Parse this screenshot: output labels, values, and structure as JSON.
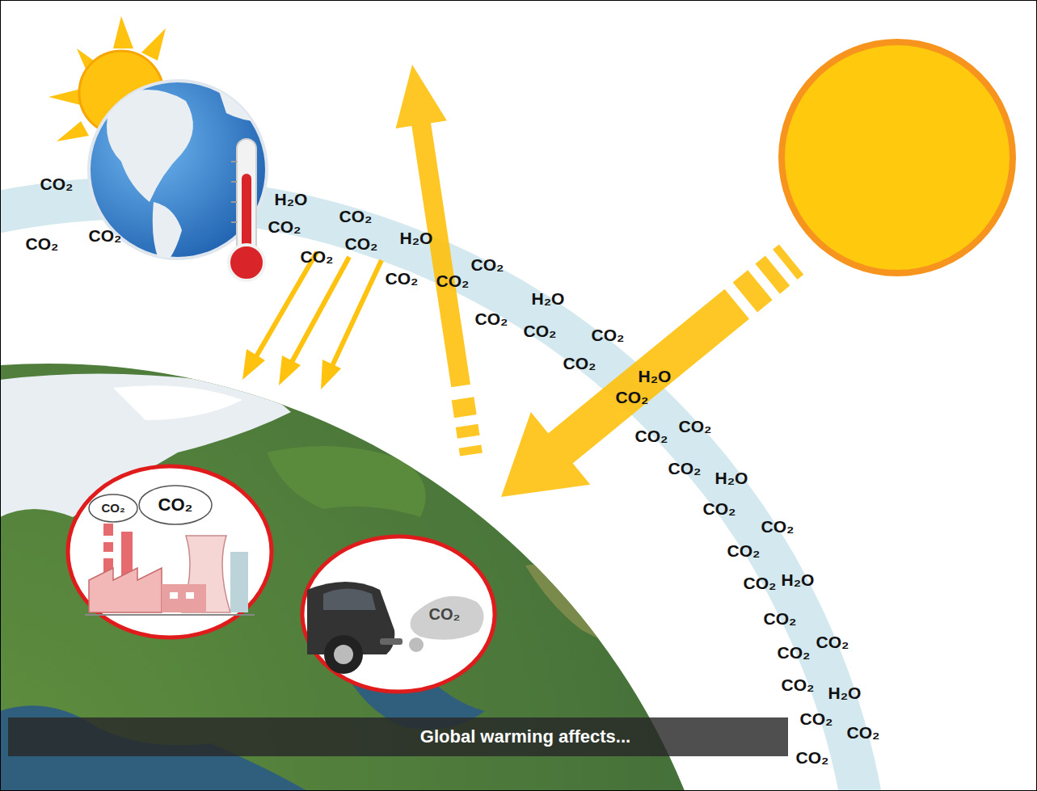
{
  "diagram": {
    "caption": "Global warming affects...",
    "nodes": [
      {
        "text": [
          "CO₂",
          "CO₂"
        ]
      },
      {
        "text": [
          "CO₂"
        ]
      }
    ],
    "labels": [
      "CO₂",
      "CO₂",
      "CO₂",
      "H₂O",
      "CO₂",
      "CO₂",
      "CO₂",
      "CO₂",
      "H₂O",
      "CO₂",
      "CO₂",
      "CO₂",
      "H₂O",
      "CO₂",
      "CO₂",
      "CO₂",
      "CO₂",
      "H₂O",
      "CO₂",
      "CO₂",
      "CO₂",
      "CO₂",
      "H₂O",
      "CO₂",
      "CO₂",
      "CO₂",
      "CO₂",
      "H₂O",
      "CO₂",
      "CO₂",
      "CO₂",
      "CO₂",
      "H₂O",
      "CO₂",
      "CO₂",
      "CO₂"
    ]
  }
}
